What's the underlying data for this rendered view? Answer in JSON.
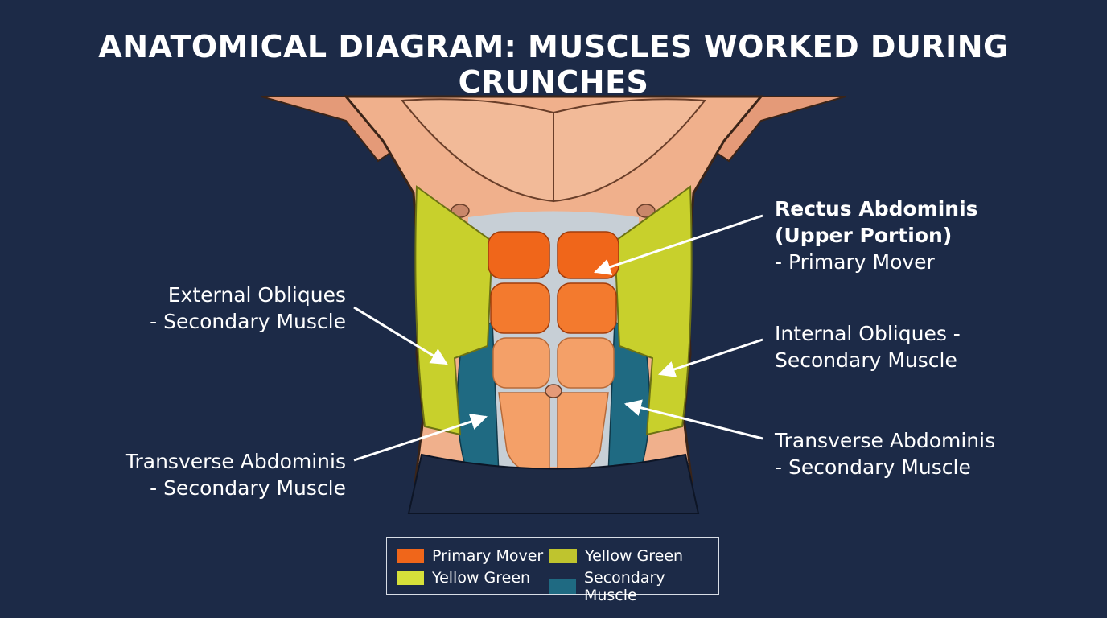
{
  "title": "ANATOMICAL DIAGRAM: MUSCLES WORKED DURING CRUNCHES",
  "colors": {
    "background": "#1c2a47",
    "primary_mover": "#f0661a",
    "rectus_lower": "#f4a068",
    "yellow_green": "#c8d02c",
    "secondary_teal": "#1f6a82",
    "skin": "#f0b08c",
    "shorts": "#1e2a44"
  },
  "labels": {
    "rectus": {
      "line1": "Rectus Abdominis",
      "line2": "(Upper Portion)",
      "line3": "- Primary Mover"
    },
    "external_obliques": {
      "line1": "External Obliques",
      "line2": "- Secondary Muscle"
    },
    "internal_obliques": {
      "line1": "Internal Obliques -",
      "line2": "Secondary Muscle"
    },
    "transverse_left": {
      "line1": "Transverse Abdominis",
      "line2": "- Secondary Muscle"
    },
    "transverse_right": {
      "line1": "Transverse Abdominis",
      "line2": "- Secondary Muscle"
    }
  },
  "legend": [
    {
      "label": "Primary Mover",
      "color": "#f0661a"
    },
    {
      "label": "Yellow Green",
      "color": "#bfc42e"
    },
    {
      "label": "Yellow Green",
      "color": "#d6e03a"
    },
    {
      "label": "Secondary Muscle",
      "color": "#1f6a82"
    }
  ]
}
